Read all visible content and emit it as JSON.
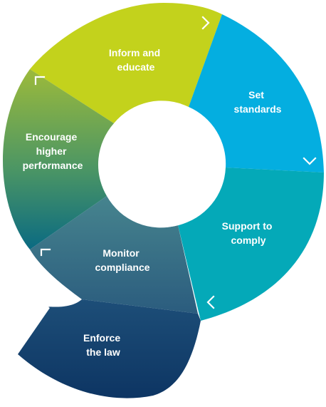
{
  "diagram": {
    "segments": [
      {
        "id": "inform",
        "lines": [
          "Inform and",
          "educate"
        ]
      },
      {
        "id": "standards",
        "lines": [
          "Set",
          "standards"
        ]
      },
      {
        "id": "support",
        "lines": [
          "Support to",
          "comply"
        ]
      },
      {
        "id": "monitor",
        "lines": [
          "Monitor",
          "compliance"
        ]
      },
      {
        "id": "enforce",
        "lines": [
          "Enforce",
          "the law"
        ]
      },
      {
        "id": "encourage",
        "lines": [
          "Encourage",
          "higher",
          "performance"
        ]
      }
    ],
    "colors": {
      "inform": "#c3d21c",
      "standards": "#04aee0",
      "support": "#04a9b8",
      "monitor_top": "#46848e",
      "monitor_bottom": "#2b5c7e",
      "enforce_top": "#1d4e78",
      "enforce_bottom": "#0d3563",
      "encourage_top": "#9cba3b",
      "encourage_mid": "#4c9664",
      "encourage_bottom": "#0a6a82"
    }
  }
}
